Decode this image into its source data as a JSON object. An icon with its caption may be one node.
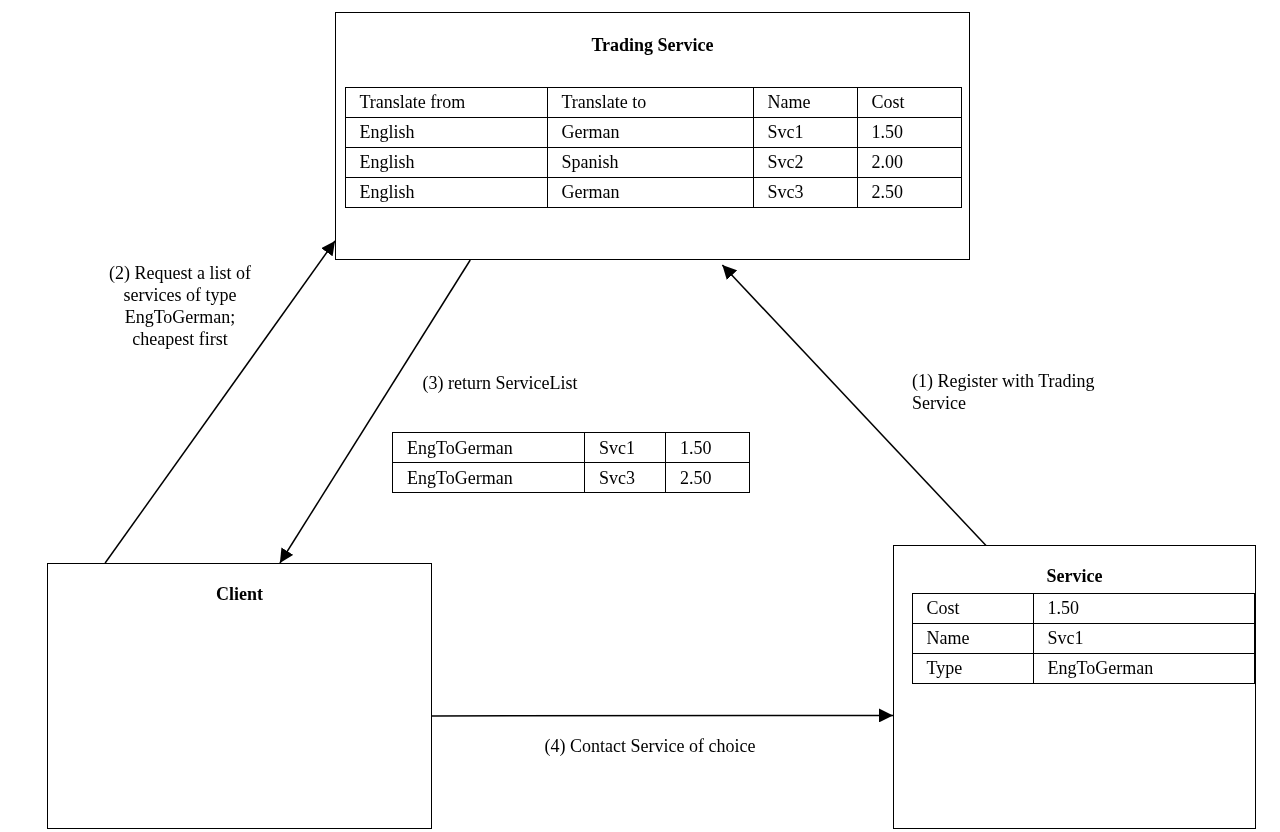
{
  "diagram": {
    "nodes": [
      {
        "text": [
          "Trading Service"
        ]
      },
      {
        "text": [
          "Client"
        ]
      },
      {
        "text": [
          "Service"
        ]
      }
    ],
    "edges": [
      {
        "from": 2,
        "to": 0,
        "arrow": "to",
        "label": "(1) Register with Trading Service"
      },
      {
        "from": 1,
        "to": 0,
        "arrow": "to",
        "label": "(2) Request a list of services of type EngToGerman; cheapest first"
      },
      {
        "from": 0,
        "to": 1,
        "arrow": "to",
        "label": "(3) return ServiceList"
      },
      {
        "from": 1,
        "to": 2,
        "arrow": "to",
        "label": "(4) Contact Service of choice"
      }
    ],
    "labels": [
      "Translate from",
      "Translate to",
      "Name",
      "Cost",
      "English",
      "German",
      "Svc1",
      "1.50",
      "English",
      "Spanish",
      "Svc2",
      "2.00",
      "English",
      "German",
      "Svc3",
      "2.50",
      "EngToGerman",
      "Svc1",
      "1.50",
      "EngToGerman",
      "Svc3",
      "2.50",
      "Cost",
      "1.50",
      "Name",
      "Svc1",
      "Type",
      "EngToGerman"
    ]
  }
}
